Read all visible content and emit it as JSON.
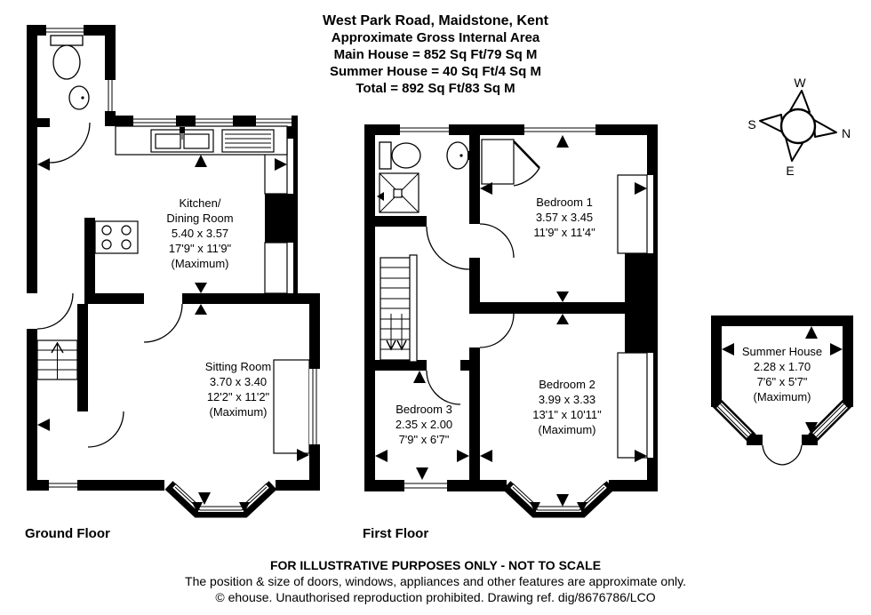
{
  "header": {
    "title": "West Park Road, Maidstone, Kent",
    "subtitle": "Approximate Gross Internal Area",
    "area_main": "Main House = 852 Sq Ft/79 Sq M",
    "area_summer": "Summer House = 40 Sq Ft/4 Sq M",
    "area_total": "Total = 892 Sq Ft/83 Sq M"
  },
  "compass": {
    "top": "W",
    "left": "S",
    "right": "N",
    "bottom": "E"
  },
  "floors": {
    "ground": {
      "label": "Ground Floor"
    },
    "first": {
      "label": "First Floor"
    }
  },
  "rooms": {
    "kitchen": {
      "name1": "Kitchen/",
      "name2": "Dining Room",
      "metric": "5.40 x 3.57",
      "imperial": "17'9\" x 11'9\"",
      "note": "(Maximum)"
    },
    "sitting": {
      "name": "Sitting Room",
      "metric": "3.70 x 3.40",
      "imperial": "12'2\" x 11'2\"",
      "note": "(Maximum)"
    },
    "bedroom1": {
      "name": "Bedroom 1",
      "metric": "3.57 x 3.45",
      "imperial": "11'9\" x 11'4\""
    },
    "bedroom2": {
      "name": "Bedroom 2",
      "metric": "3.99 x 3.33",
      "imperial": "13'1\" x 10'11\"",
      "note": "(Maximum)"
    },
    "bedroom3": {
      "name": "Bedroom 3",
      "metric": "2.35 x 2.00",
      "imperial": "7'9\" x 6'7\""
    },
    "summer": {
      "name": "Summer House",
      "metric": "2.28 x 1.70",
      "imperial": "7'6\" x 5'7\"",
      "note": "(Maximum)"
    }
  },
  "footer": {
    "line1": "FOR ILLUSTRATIVE PURPOSES ONLY - NOT TO SCALE",
    "line2": "The position & size of doors, windows, appliances and other features are approximate only.",
    "line3": "© ehouse. Unauthorised reproduction prohibited. Drawing ref. dig/8676786/LCO"
  },
  "colors": {
    "ink": "#000000",
    "paper": "#ffffff"
  }
}
